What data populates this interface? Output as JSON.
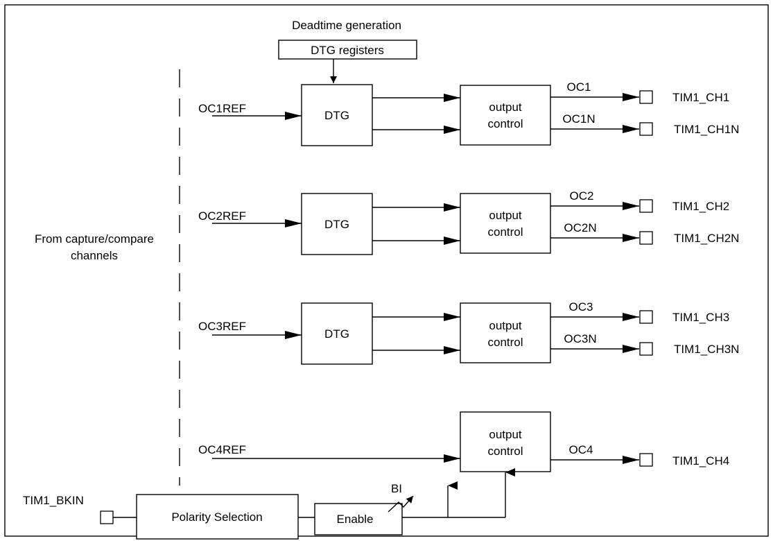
{
  "frame_title": "Deadtime generation",
  "dtg_registers": "DTG registers",
  "source_label": [
    "From capture/compare",
    "channels"
  ],
  "channels": [
    {
      "ref": "OC1REF",
      "dtg": "DTG",
      "control": [
        "output",
        "control"
      ],
      "out": "OC1",
      "outn": "OC1N",
      "pin": "TIM1_CH1",
      "pinn": "TIM1_CH1N"
    },
    {
      "ref": "OC2REF",
      "dtg": "DTG",
      "control": [
        "output",
        "control"
      ],
      "out": "OC2",
      "outn": "OC2N",
      "pin": "TIM1_CH2",
      "pinn": "TIM1_CH2N"
    },
    {
      "ref": "OC3REF",
      "dtg": "DTG",
      "control": [
        "output",
        "control"
      ],
      "out": "OC3",
      "outn": "OC3N",
      "pin": "TIM1_CH3",
      "pinn": "TIM1_CH3N"
    },
    {
      "ref": "OC4REF",
      "control": [
        "output",
        "control"
      ],
      "out": "OC4",
      "pin": "TIM1_CH4"
    }
  ],
  "break": {
    "input": "TIM1_BKIN",
    "polarity": "Polarity Selection",
    "enable": "Enable",
    "bi": "BI"
  }
}
